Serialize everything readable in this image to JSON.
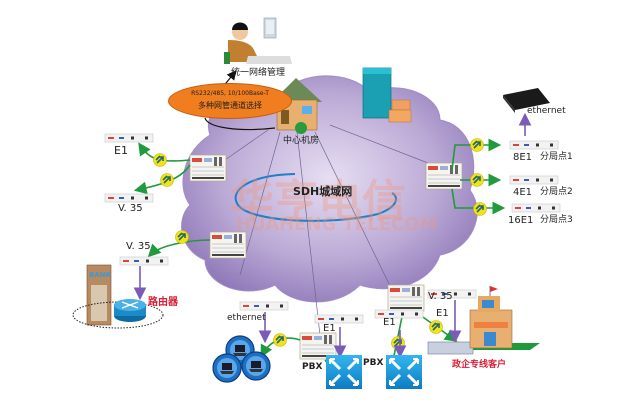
{
  "diagram": {
    "title": "SDH城域网",
    "watermark": {
      "cn": "华亨电信",
      "en": "HUAHENG TELECOM"
    },
    "management": {
      "label": "统一网络管理"
    },
    "channel_note": {
      "line1": "RS232/485, 10/100Base-T",
      "line2": "多种网管通道选择"
    },
    "center_office": {
      "label": "中心机房"
    },
    "branches": [
      {
        "rate": "8E1",
        "name": "分局点1"
      },
      {
        "rate": "4E1",
        "name": "分局点2"
      },
      {
        "rate": "16E1",
        "name": "分局点3"
      }
    ],
    "branch_ethernet_label": "ethernet",
    "left_links": {
      "top_label": "E1",
      "bottom_label": "V. 35"
    },
    "bank": {
      "link_label": "V. 35",
      "bank_text": "BANK",
      "router_label": "路由器"
    },
    "bottom": {
      "ethernet_label": "ethernet",
      "pbx1": {
        "link_label": "E1",
        "label": "PBX"
      },
      "pbx2": {
        "link_label": "E1",
        "label": "PBX"
      },
      "enterprise": {
        "link_label1": "V. 35",
        "link_label2": "E1",
        "label": "政企专线客户"
      }
    },
    "colors": {
      "cloud": "#b7a6d1",
      "link_green": "#1f9a3c",
      "arrow_purple": "#7a5cb8",
      "ring_blue": "#1d7fc4",
      "note_orange": "#f07d1e",
      "label_red": "#d8203a",
      "pbx_blue": "#1a9ee0"
    }
  }
}
